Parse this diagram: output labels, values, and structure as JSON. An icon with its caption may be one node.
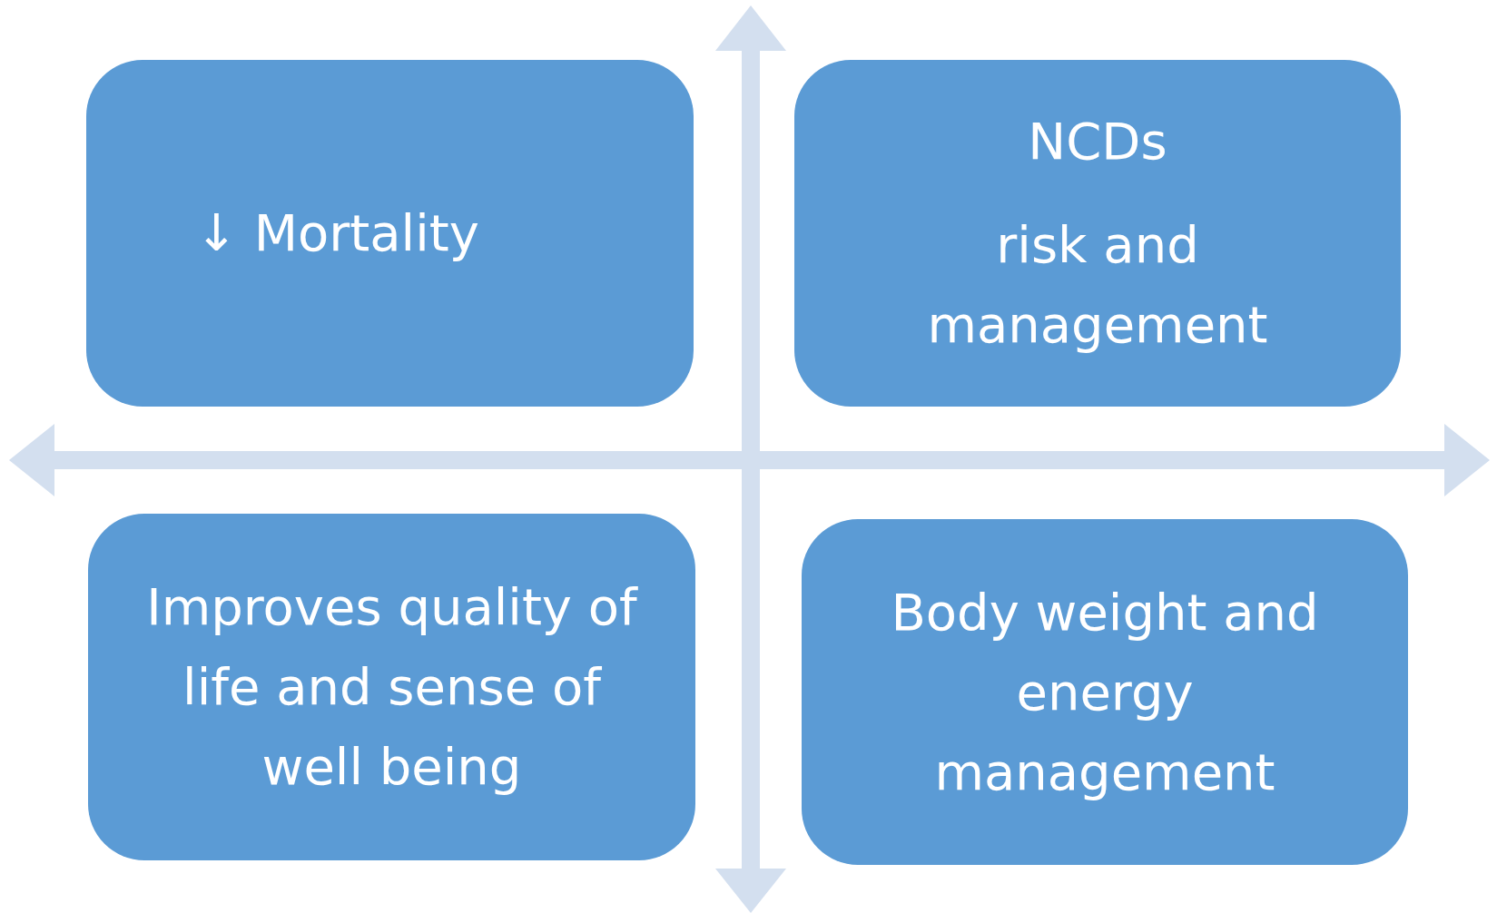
{
  "diagram": {
    "nodes": [
      {
        "text": [
          "↓ Mortality"
        ]
      },
      {
        "text": [
          "NCDs",
          "risk and management"
        ]
      },
      {
        "text": [
          "Improves quality of life and sense of well being"
        ]
      },
      {
        "text": [
          "Body weight and energy management"
        ]
      }
    ]
  }
}
